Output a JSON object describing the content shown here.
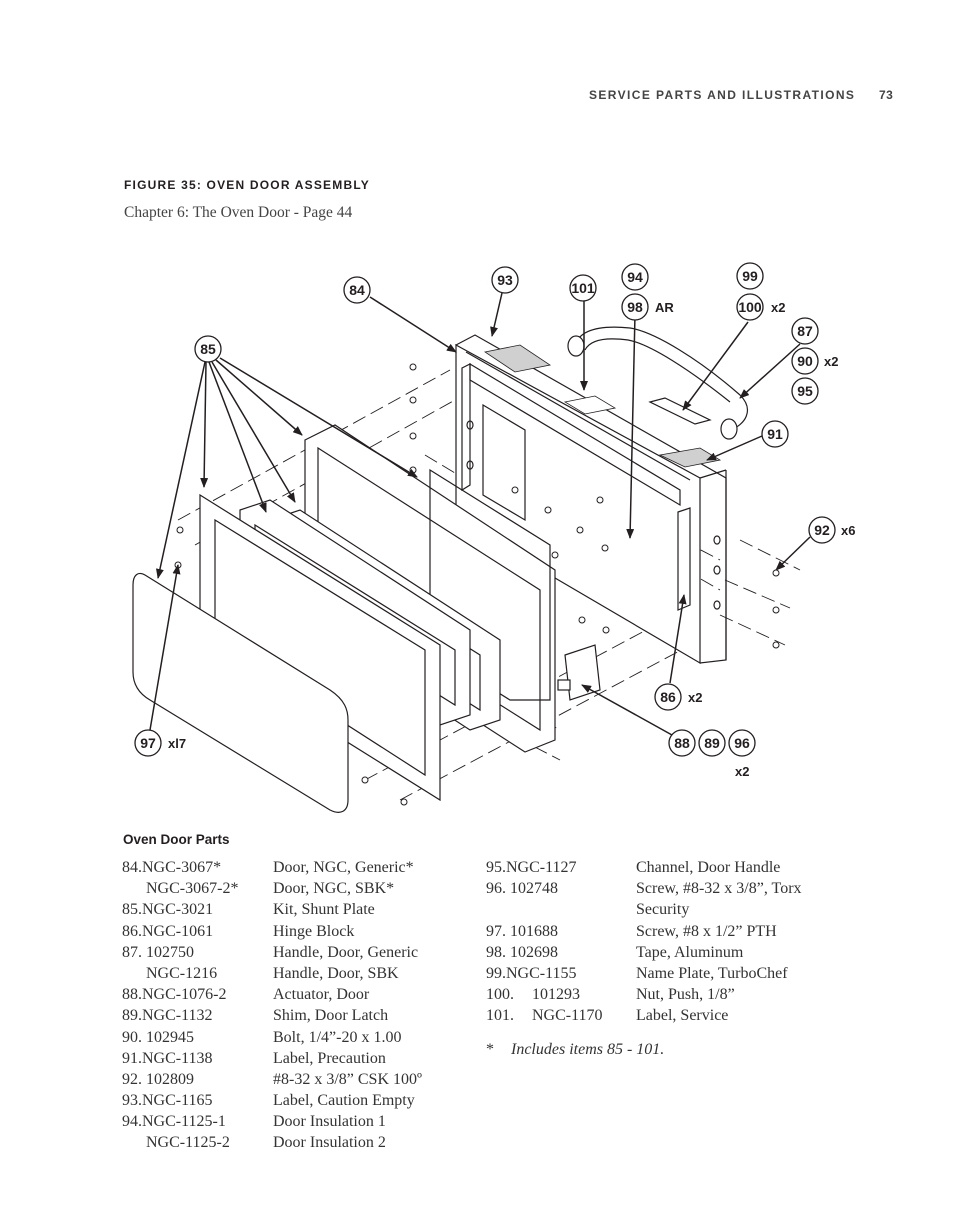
{
  "header": {
    "section": "SERVICE PARTS AND ILLUSTRATIONS",
    "page": "73"
  },
  "figure": {
    "title": "FIGURE 35: OVEN DOOR ASSEMBLY",
    "subtitle": "Chapter 6: The Oven Door - Page 44"
  },
  "callouts": [
    "84",
    "85",
    "93",
    "101",
    "94",
    "98",
    "99",
    "100",
    "87",
    "90",
    "95",
    "91",
    "92",
    "86",
    "88",
    "89",
    "96",
    "97"
  ],
  "qty_labels": {
    "ar": "AR",
    "x2": "x2",
    "x6": "x6",
    "x17": "xl7"
  },
  "parts": {
    "title": "Oven Door Parts",
    "left": [
      {
        "num": "84.",
        "code": "NGC-3067*",
        "desc": "Door, NGC, Generic*"
      },
      {
        "num": "",
        "code": "NGC-3067-2*",
        "desc": "Door, NGC, SBK*"
      },
      {
        "num": "85.",
        "code": "NGC-3021",
        "desc": "Kit, Shunt Plate"
      },
      {
        "num": "86.",
        "code": "NGC-1061",
        "desc": "Hinge Block"
      },
      {
        "num": "87.",
        "code": "102750",
        "desc": "Handle, Door, Generic"
      },
      {
        "num": "",
        "code": "NGC-1216",
        "desc": "Handle, Door, SBK"
      },
      {
        "num": "88.",
        "code": "NGC-1076-2",
        "desc": "Actuator, Door"
      },
      {
        "num": "89.",
        "code": "NGC-1132",
        "desc": "Shim, Door Latch"
      },
      {
        "num": "90.",
        "code": "102945",
        "desc": "Bolt, 1/4”-20 x 1.00"
      },
      {
        "num": "91.",
        "code": "NGC-1138",
        "desc": "Label, Precaution"
      },
      {
        "num": "92.",
        "code": "102809",
        "desc": "#8-32 x 3/8” CSK 100º"
      },
      {
        "num": "93.",
        "code": "NGC-1165",
        "desc": "Label, Caution Empty"
      },
      {
        "num": "94.",
        "code": "NGC-1125-1",
        "desc": "Door Insulation 1"
      },
      {
        "num": "",
        "code": "NGC-1125-2",
        "desc": "Door Insulation 2"
      }
    ],
    "right": [
      {
        "num": "95.",
        "code": "NGC-1127",
        "desc": "Channel, Door Handle"
      },
      {
        "num": "96.",
        "code": "102748",
        "desc": "Screw, #8-32 x 3/8”, Torx"
      },
      {
        "num": "",
        "code": "",
        "desc": "Security"
      },
      {
        "num": "97.",
        "code": "101688",
        "desc": "Screw, #8 x 1/2” PTH"
      },
      {
        "num": "98.",
        "code": "102698",
        "desc": "Tape, Aluminum"
      },
      {
        "num": "99.",
        "code": "NGC-1155",
        "desc": "Name Plate, TurboChef"
      },
      {
        "num": "100.",
        "code": "101293",
        "desc": "Nut, Push, 1/8”"
      },
      {
        "num": "101.",
        "code": "NGC-1170",
        "desc": "Label, Service"
      }
    ],
    "note": {
      "mark": "*",
      "text": "Includes items 85 - 101."
    }
  }
}
